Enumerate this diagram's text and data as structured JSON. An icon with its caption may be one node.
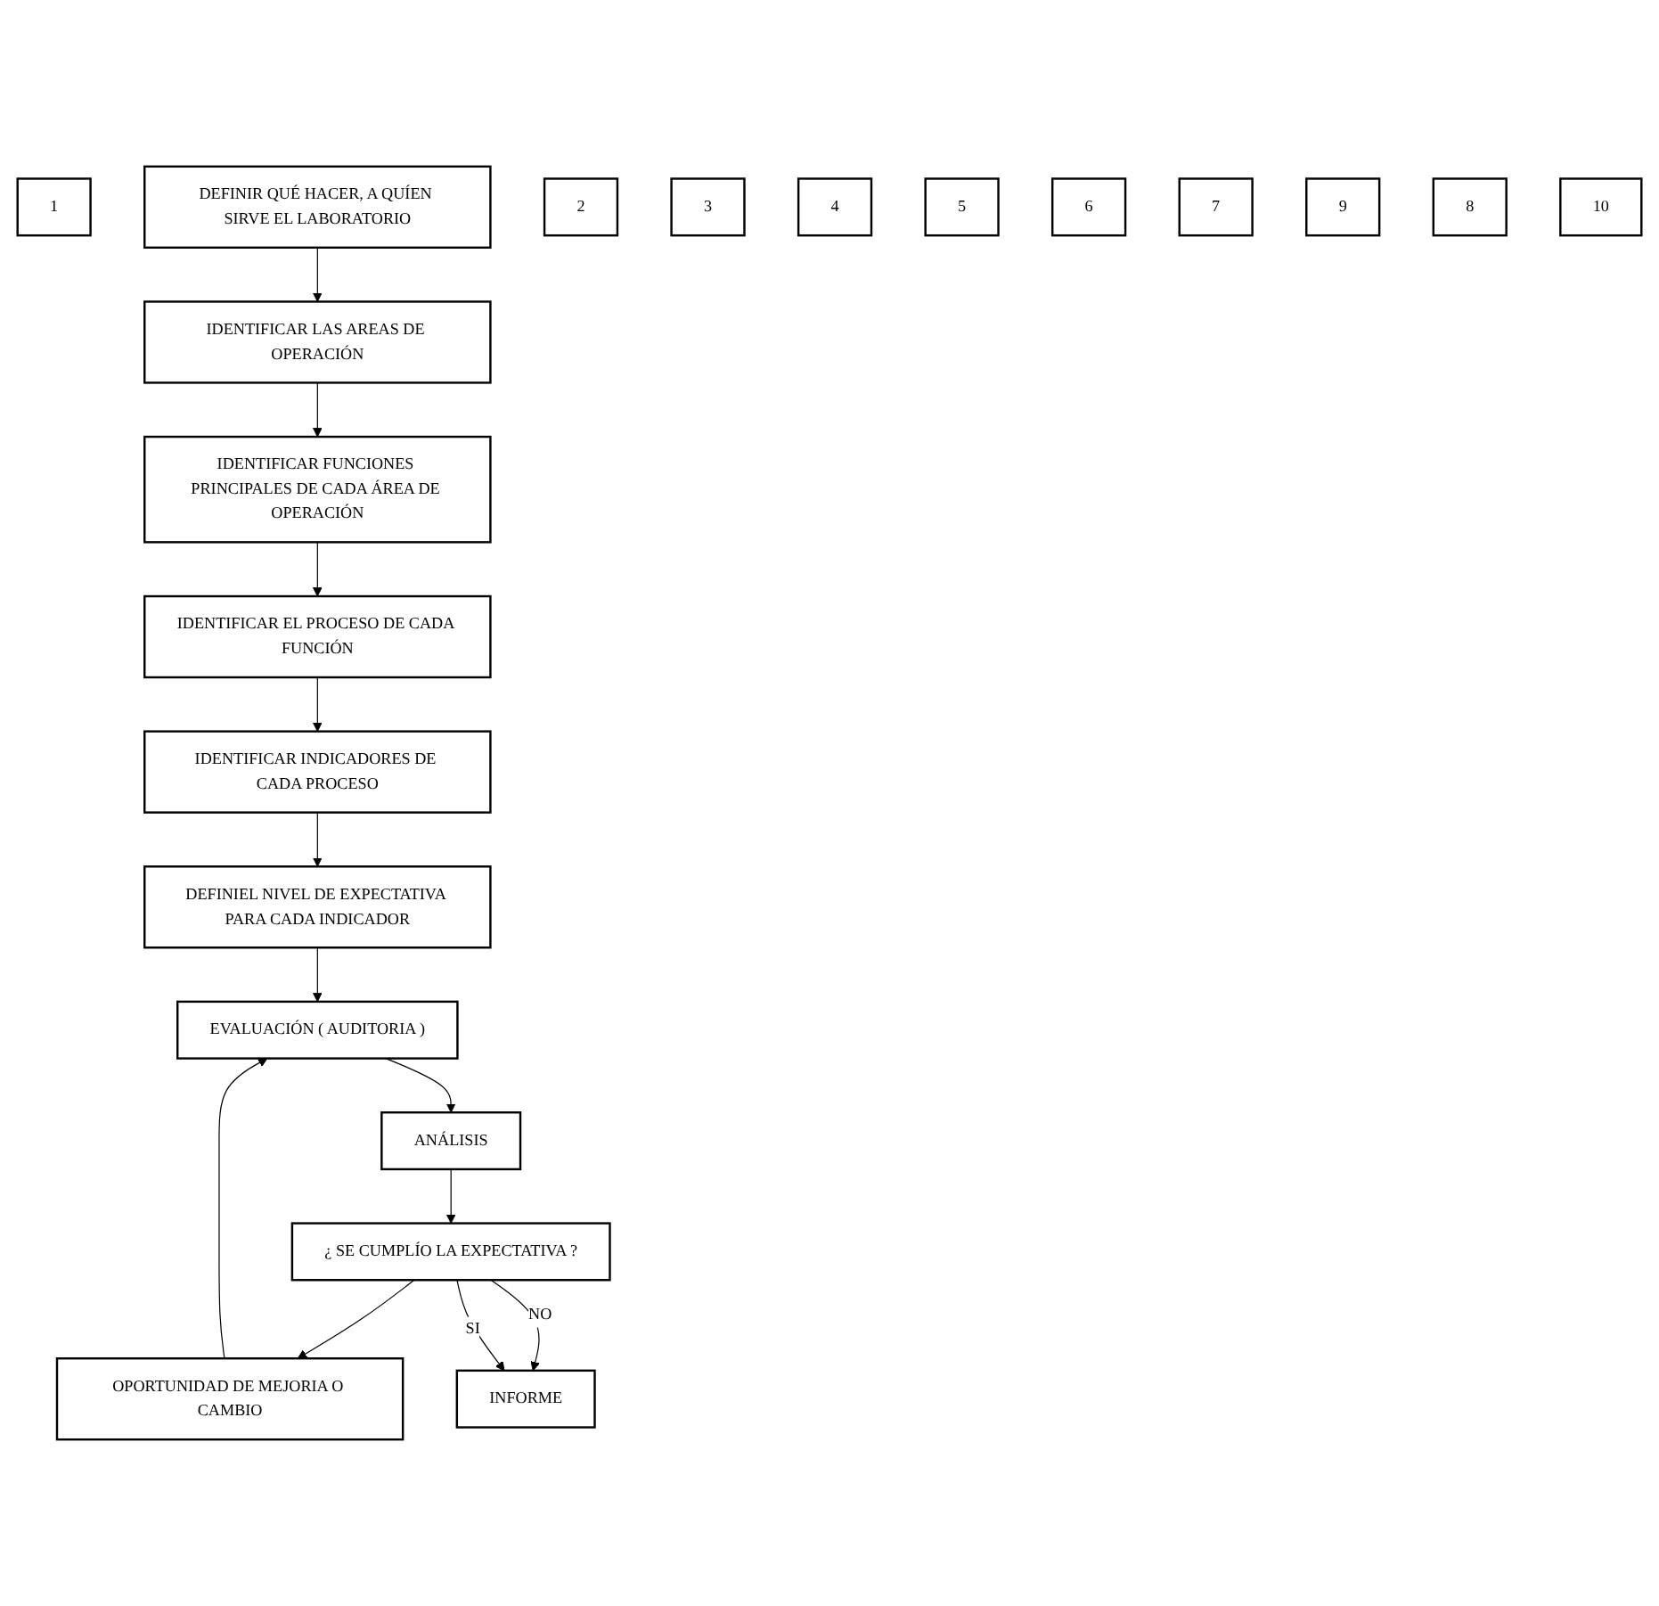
{
  "diagram": {
    "nodes": [
      {
        "text": [
          "1"
        ]
      },
      {
        "text": [
          "DEFINIR QUÉ HACER, A QUÍEN SIRVE EL LABORATORIO"
        ]
      },
      {
        "text": [
          "IDENTIFICAR LAS AREAS DE OPERACIÓN"
        ]
      },
      {
        "text": [
          "2"
        ]
      },
      {
        "text": [
          "IDENTIFICAR FUNCIONES PRINCIPALES DE CADA ÁREA DE OPERACIÓN"
        ]
      },
      {
        "text": [
          "3"
        ]
      },
      {
        "text": [
          "IDENTIFICAR EL PROCESO DE CADA FUNCIÓN"
        ]
      },
      {
        "text": [
          "4"
        ]
      },
      {
        "text": [
          "IDENTIFICAR INDICADORES DE CADA PROCESO"
        ]
      },
      {
        "text": [
          "5"
        ]
      },
      {
        "text": [
          "DEFINIEL NIVEL DE EXPECTATIVA PARA CADA INDICADOR"
        ]
      },
      {
        "text": [
          "6"
        ]
      },
      {
        "text": [
          "EVALUACIÓN ( AUDITORIA )"
        ]
      },
      {
        "text": [
          "7"
        ]
      },
      {
        "text": [
          "9"
        ]
      },
      {
        "text": [
          "OPORTUNIDAD DE MEJORIA O CAMBIO"
        ]
      },
      {
        "text": [
          "ANÁLISIS"
        ]
      },
      {
        "text": [
          "8"
        ]
      },
      {
        "text": [
          "¿ SE CUMPLÍO LA EXPECTATIVA ?"
        ]
      },
      {
        "text": [
          "10"
        ]
      },
      {
        "text": [
          "INFORME"
        ]
      }
    ],
    "edges": [
      {
        "from": 1,
        "to": 2,
        "arrow": "to"
      },
      {
        "from": 2,
        "to": 4,
        "arrow": "to"
      },
      {
        "from": 4,
        "to": 6,
        "arrow": "to"
      },
      {
        "from": 6,
        "to": 8,
        "arrow": "to"
      },
      {
        "from": 8,
        "to": 10,
        "arrow": "to"
      },
      {
        "from": 10,
        "to": 12,
        "arrow": "to"
      },
      {
        "from": 12,
        "to": 16,
        "arrow": "to"
      },
      {
        "from": 16,
        "to": 18,
        "arrow": "to"
      },
      {
        "from": 18,
        "to": 15,
        "arrow": "to"
      },
      {
        "from": 15,
        "to": 12,
        "arrow": "to"
      },
      {
        "from": 18,
        "to": 20,
        "label": "NO",
        "arrow": "to"
      },
      {
        "from": 18,
        "to": 20,
        "label": "SI",
        "arrow": "to"
      }
    ]
  }
}
